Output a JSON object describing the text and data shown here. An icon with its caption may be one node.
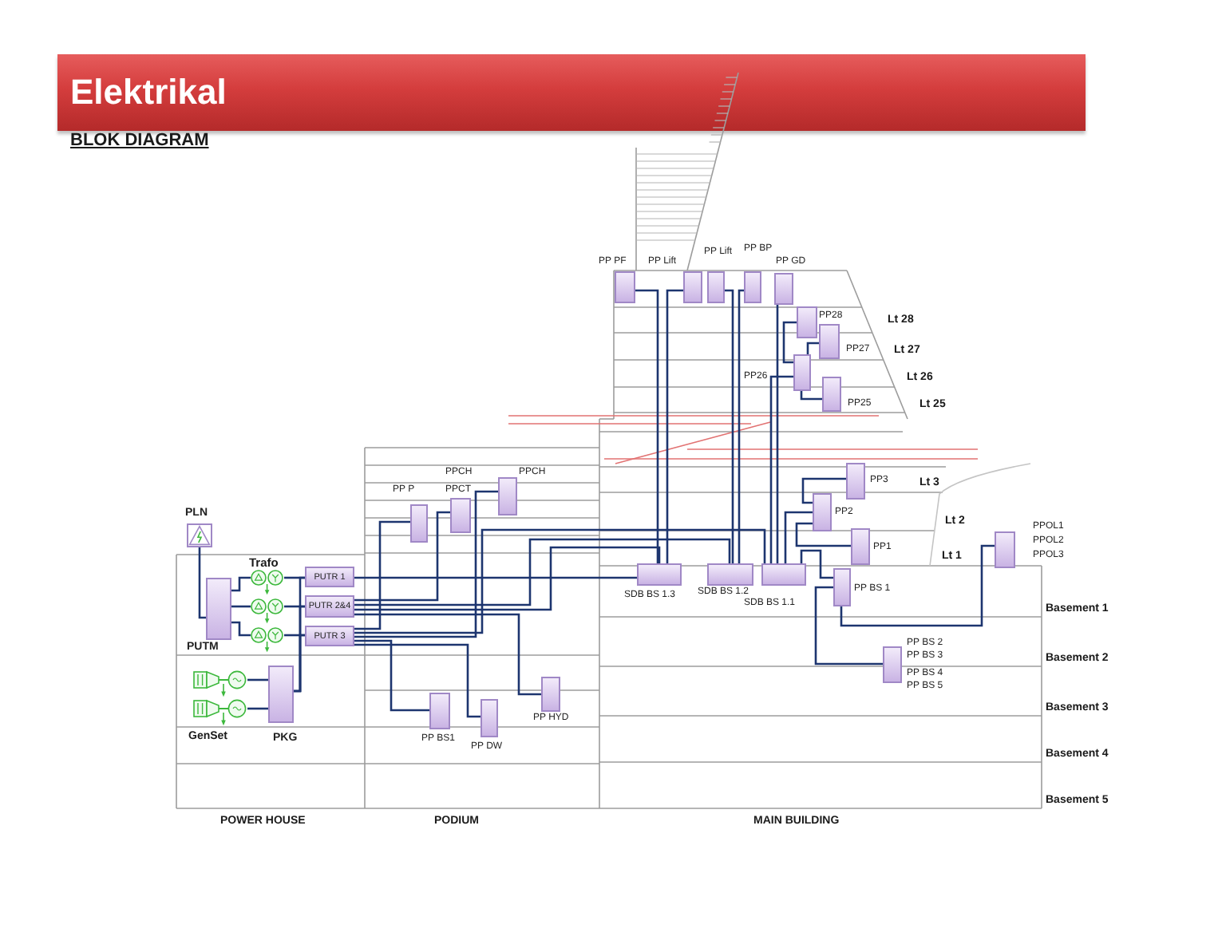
{
  "diagram": {
    "title": "Elektrikal",
    "nodes": [
      {
        "text": [
          "PLN"
        ]
      },
      {
        "text": [
          "PUTM"
        ]
      },
      {
        "text": [],
        "shape": "picture"
      },
      {
        "text": [],
        "shape": "picture"
      },
      {
        "text": [],
        "shape": "picture"
      },
      {
        "text": [
          "PUTR 1"
        ]
      },
      {
        "text": [
          "PUTR 2&4"
        ]
      },
      {
        "text": [
          "PUTR 3"
        ]
      },
      {
        "text": [],
        "shape": "picture"
      },
      {
        "text": [],
        "shape": "picture"
      },
      {
        "text": [
          "PKG"
        ]
      },
      {
        "text": [
          "PP P"
        ]
      },
      {
        "text": [
          "PPCH",
          "PPCT"
        ]
      },
      {
        "text": [
          "PPCH"
        ]
      },
      {
        "text": [
          "PP BS1"
        ]
      },
      {
        "text": [
          "PP DW"
        ]
      },
      {
        "text": [
          "PP HYD"
        ]
      },
      {
        "text": [
          "SDB BS 1.3"
        ]
      },
      {
        "text": [
          "SDB BS 1.2"
        ]
      },
      {
        "text": [
          "SDB BS 1.1"
        ]
      },
      {
        "text": [
          "PP PF"
        ]
      },
      {
        "text": [
          "PP Lift"
        ]
      },
      {
        "text": [
          "PP Lift"
        ]
      },
      {
        "text": [
          "PP BP"
        ]
      },
      {
        "text": [
          "PP GD"
        ]
      },
      {
        "text": [
          "PP28"
        ]
      },
      {
        "text": [
          "PP27"
        ]
      },
      {
        "text": [
          "PP26"
        ]
      },
      {
        "text": [
          "PP25"
        ]
      },
      {
        "text": [
          "PP3"
        ]
      },
      {
        "text": [
          "PP2"
        ]
      },
      {
        "text": [
          "PP1"
        ]
      },
      {
        "text": [
          "PP BS 1"
        ]
      },
      {
        "text": [
          "PP BS 2",
          "PP BS 3",
          "PP BS 4",
          "PP BS 5"
        ]
      },
      {
        "text": [
          "PPOL1",
          "PPOL2",
          "PPOL3"
        ]
      }
    ],
    "edges": [
      {
        "from": 0,
        "to": 1,
        "arrow": "none"
      },
      {
        "from": 1,
        "to": 2,
        "arrow": "none"
      },
      {
        "from": 1,
        "to": 3,
        "arrow": "none"
      },
      {
        "from": 1,
        "to": 4,
        "arrow": "none"
      },
      {
        "from": 2,
        "to": 5,
        "arrow": "none"
      },
      {
        "from": 3,
        "to": 6,
        "arrow": "none"
      },
      {
        "from": 4,
        "to": 7,
        "arrow": "none"
      },
      {
        "from": 8,
        "to": 10,
        "arrow": "none"
      },
      {
        "from": 9,
        "to": 10,
        "arrow": "none"
      },
      {
        "from": 10,
        "to": 5,
        "arrow": "none"
      },
      {
        "from": 10,
        "to": 6,
        "arrow": "none"
      },
      {
        "from": 10,
        "to": 7,
        "arrow": "none"
      },
      {
        "from": 7,
        "to": 11,
        "arrow": "none"
      },
      {
        "from": 6,
        "to": 12,
        "arrow": "none"
      },
      {
        "from": 7,
        "to": 13,
        "arrow": "none"
      },
      {
        "from": 7,
        "to": 14,
        "arrow": "none"
      },
      {
        "from": 7,
        "to": 15,
        "arrow": "none"
      },
      {
        "from": 6,
        "to": 16,
        "arrow": "none"
      },
      {
        "from": 5,
        "to": 17,
        "arrow": "none"
      },
      {
        "from": 6,
        "to": 17,
        "arrow": "none"
      },
      {
        "from": 6,
        "to": 18,
        "arrow": "none"
      },
      {
        "from": 7,
        "to": 19,
        "arrow": "none"
      },
      {
        "from": 17,
        "to": 20,
        "arrow": "none"
      },
      {
        "from": 17,
        "to": 21,
        "arrow": "none"
      },
      {
        "from": 18,
        "to": 22,
        "arrow": "none"
      },
      {
        "from": 18,
        "to": 23,
        "arrow": "none"
      },
      {
        "from": 19,
        "to": 24,
        "arrow": "none"
      },
      {
        "from": 19,
        "to": 27,
        "arrow": "none"
      },
      {
        "from": 27,
        "to": 25,
        "arrow": "none"
      },
      {
        "from": 27,
        "to": 26,
        "arrow": "none"
      },
      {
        "from": 27,
        "to": 28,
        "arrow": "none"
      },
      {
        "from": 19,
        "to": 30,
        "arrow": "none"
      },
      {
        "from": 30,
        "to": 29,
        "arrow": "none"
      },
      {
        "from": 30,
        "to": 31,
        "arrow": "none"
      },
      {
        "from": 19,
        "to": 32,
        "arrow": "none"
      },
      {
        "from": 32,
        "to": 33,
        "arrow": "none"
      },
      {
        "from": 32,
        "to": 34,
        "arrow": "none"
      }
    ],
    "labels": [
      "BLOK DIAGRAM",
      "Lt 28",
      "Lt 27",
      "Lt 26",
      "Lt 25",
      "Lt 3",
      "Lt 2",
      "Lt 1",
      "Trafo",
      "Basement 1",
      "Basement 2",
      "GenSet",
      "Basement 3",
      "Basement 4",
      "Basement 5",
      "POWER HOUSE",
      "PODIUM",
      "MAIN BUILDING"
    ]
  }
}
